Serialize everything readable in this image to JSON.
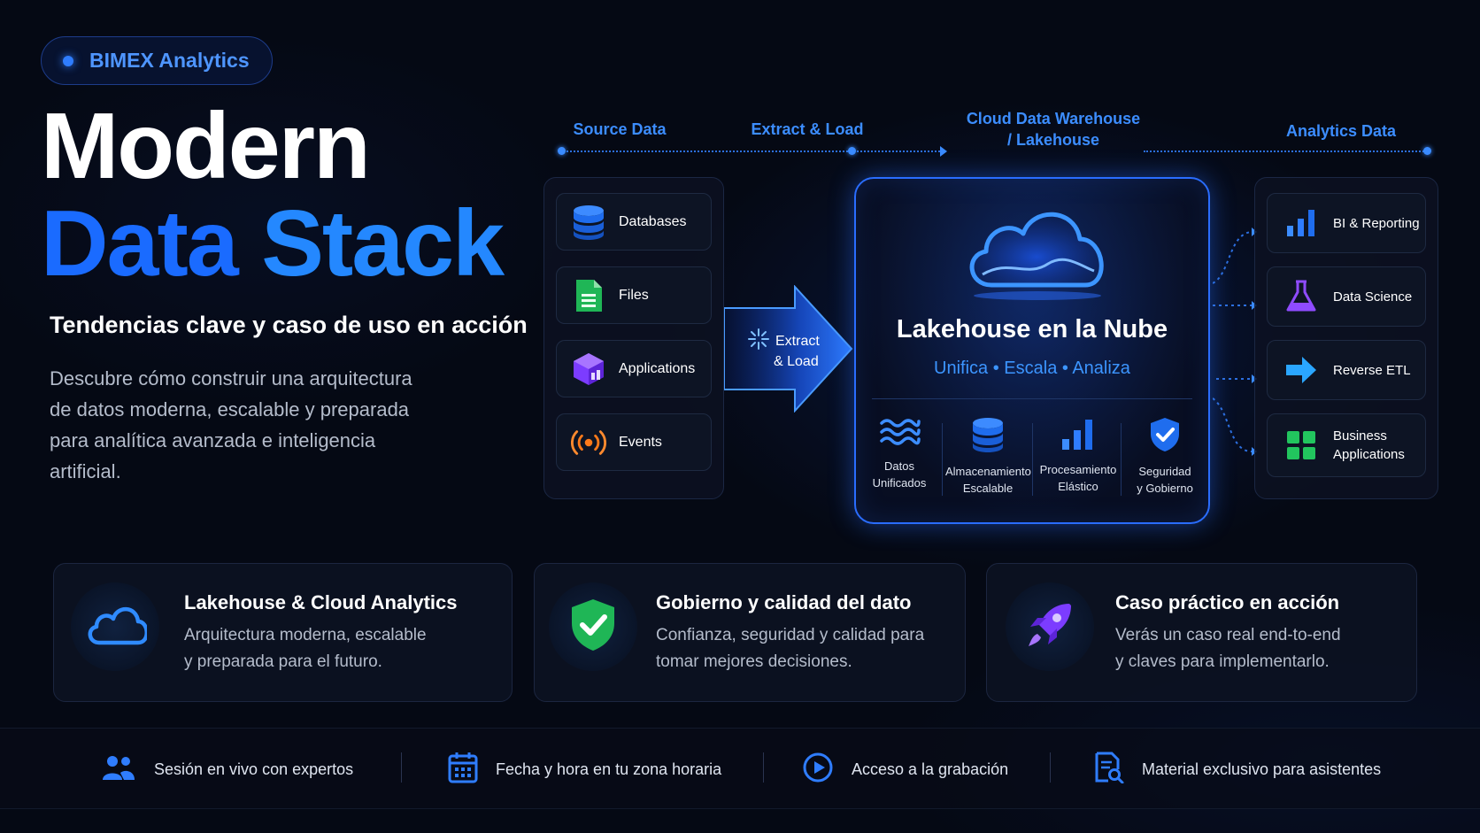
{
  "brand": {
    "label": "BIMEX Analytics"
  },
  "hero": {
    "title_line1": "Modern",
    "title_line2_a": "Data",
    "title_line2_b": "Stack",
    "subtitle": "Tendencias clave y caso de uso en acción",
    "description": "Descubre cómo construir una arquitectura de datos moderna, escalable y preparada para analítica avanzada e inteligencia artificial."
  },
  "stages": {
    "source": "Source Data",
    "extract": "Extract & Load",
    "warehouse_line1": "Cloud Data Warehouse",
    "warehouse_line2": "/ Lakehouse",
    "analytics": "Analytics Data"
  },
  "sources": [
    {
      "label": "Databases",
      "icon": "database-icon"
    },
    {
      "label": "Files",
      "icon": "file-icon"
    },
    {
      "label": "Applications",
      "icon": "applications-cube-icon"
    },
    {
      "label": "Events",
      "icon": "events-broadcast-icon"
    }
  ],
  "extract_arrow": {
    "line1": "Extract",
    "line2": "& Load"
  },
  "lakehouse": {
    "title": "Lakehouse en la Nube",
    "tagline": "Unifica • Escala • Analiza",
    "features": [
      {
        "line1": "Datos",
        "line2": "Unificados",
        "icon": "waves-icon"
      },
      {
        "line1": "Almacenamiento",
        "line2": "Escalable",
        "icon": "database-icon"
      },
      {
        "line1": "Procesamiento",
        "line2": "Elástico",
        "icon": "bar-chart-icon"
      },
      {
        "line1": "Seguridad",
        "line2": "y Gobierno",
        "icon": "shield-check-icon"
      }
    ]
  },
  "outputs": [
    {
      "label": "BI & Reporting",
      "icon": "bar-chart-icon"
    },
    {
      "label": "Data Science",
      "icon": "flask-icon"
    },
    {
      "label": "Reverse ETL",
      "icon": "arrow-right-icon"
    },
    {
      "label_line1": "Business",
      "label_line2": "Applications",
      "icon": "grid-icon"
    }
  ],
  "cards": [
    {
      "title": "Lakehouse & Cloud Analytics",
      "line1": "Arquitectura moderna, escalable",
      "line2": "y preparada para el futuro.",
      "icon": "cloud-icon"
    },
    {
      "title": "Gobierno y calidad del dato",
      "line1": "Confianza, seguridad y calidad para",
      "line2": "tomar mejores decisiones.",
      "icon": "shield-check-icon"
    },
    {
      "title": "Caso práctico en acción",
      "line1": "Verás un caso real end-to-end",
      "line2": "y claves para implementarlo.",
      "icon": "rocket-icon"
    }
  ],
  "footer": [
    {
      "label": "Sesión en vivo con expertos",
      "icon": "users-icon"
    },
    {
      "label": "Fecha y hora en tu zona horaria",
      "icon": "calendar-icon"
    },
    {
      "label": "Acceso a la grabación",
      "icon": "play-icon"
    },
    {
      "label": "Material exclusivo para asistentes",
      "icon": "document-search-icon"
    }
  ],
  "colors": {
    "background": "#050914",
    "accent": "#1a6bff",
    "accent_light": "#3c95ff",
    "green": "#1fc25a"
  }
}
